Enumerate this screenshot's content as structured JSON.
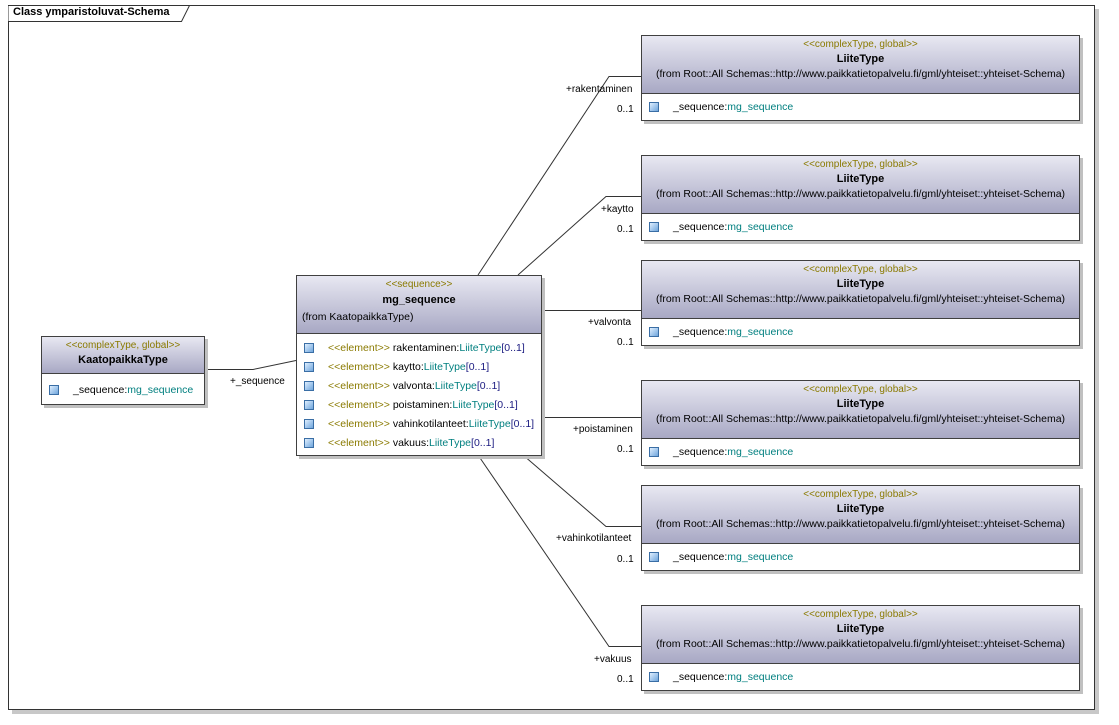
{
  "frame_title": "Class ymparistoluvat-Schema",
  "source": {
    "stereotype": "<<complexType, global>>",
    "name": "KaatopaikkaType",
    "attribute": {
      "name": "_sequence:",
      "type": "mg_sequence"
    }
  },
  "sequence": {
    "stereotype": "<<sequence>>",
    "name": "mg_sequence",
    "from": "(from KaatopaikkaType)",
    "elements": [
      {
        "stereo": "<<element>>",
        "name": "rakentaminen:",
        "type": "LiiteType",
        "mult": "[0..1]"
      },
      {
        "stereo": "<<element>>",
        "name": "kaytto:",
        "type": "LiiteType",
        "mult": "[0..1]"
      },
      {
        "stereo": "<<element>>",
        "name": "valvonta:",
        "type": "LiiteType",
        "mult": "[0..1]"
      },
      {
        "stereo": "<<element>>",
        "name": "poistaminen:",
        "type": "LiiteType",
        "mult": "[0..1]"
      },
      {
        "stereo": "<<element>>",
        "name": "vahinkotilanteet:",
        "type": "LiiteType",
        "mult": "[0..1]"
      },
      {
        "stereo": "<<element>>",
        "name": "vakuus:",
        "type": "LiiteType",
        "mult": "[0..1]"
      }
    ]
  },
  "source_role": "+_sequence",
  "targets": [
    {
      "stereotype": "<<complexType, global>>",
      "name": "LiiteType",
      "from": "(from Root::All Schemas::http://www.paikkatietopalvelu.fi/gml/yhteiset::yhteiset-Schema)",
      "attr_name": "_sequence:",
      "attr_type": "mg_sequence",
      "role": "+rakentaminen",
      "mult": "0..1"
    },
    {
      "stereotype": "<<complexType, global>>",
      "name": "LiiteType",
      "from": "(from Root::All Schemas::http://www.paikkatietopalvelu.fi/gml/yhteiset::yhteiset-Schema)",
      "attr_name": "_sequence:",
      "attr_type": "mg_sequence",
      "role": "+kaytto",
      "mult": "0..1"
    },
    {
      "stereotype": "<<complexType, global>>",
      "name": "LiiteType",
      "from": "(from Root::All Schemas::http://www.paikkatietopalvelu.fi/gml/yhteiset::yhteiset-Schema)",
      "attr_name": "_sequence:",
      "attr_type": "mg_sequence",
      "role": "+valvonta",
      "mult": "0..1"
    },
    {
      "stereotype": "<<complexType, global>>",
      "name": "LiiteType",
      "from": "(from Root::All Schemas::http://www.paikkatietopalvelu.fi/gml/yhteiset::yhteiset-Schema)",
      "attr_name": "_sequence:",
      "attr_type": "mg_sequence",
      "role": "+poistaminen",
      "mult": "0..1"
    },
    {
      "stereotype": "<<complexType, global>>",
      "name": "LiiteType",
      "from": "(from Root::All Schemas::http://www.paikkatietopalvelu.fi/gml/yhteiset::yhteiset-Schema)",
      "attr_name": "_sequence:",
      "attr_type": "mg_sequence",
      "role": "+vahinkotilanteet",
      "mult": "0..1"
    },
    {
      "stereotype": "<<complexType, global>>",
      "name": "LiiteType",
      "from": "(from Root::All Schemas::http://www.paikkatietopalvelu.fi/gml/yhteiset::yhteiset-Schema)",
      "attr_name": "_sequence:",
      "attr_type": "mg_sequence",
      "role": "+vakuus",
      "mult": "0..1"
    }
  ]
}
